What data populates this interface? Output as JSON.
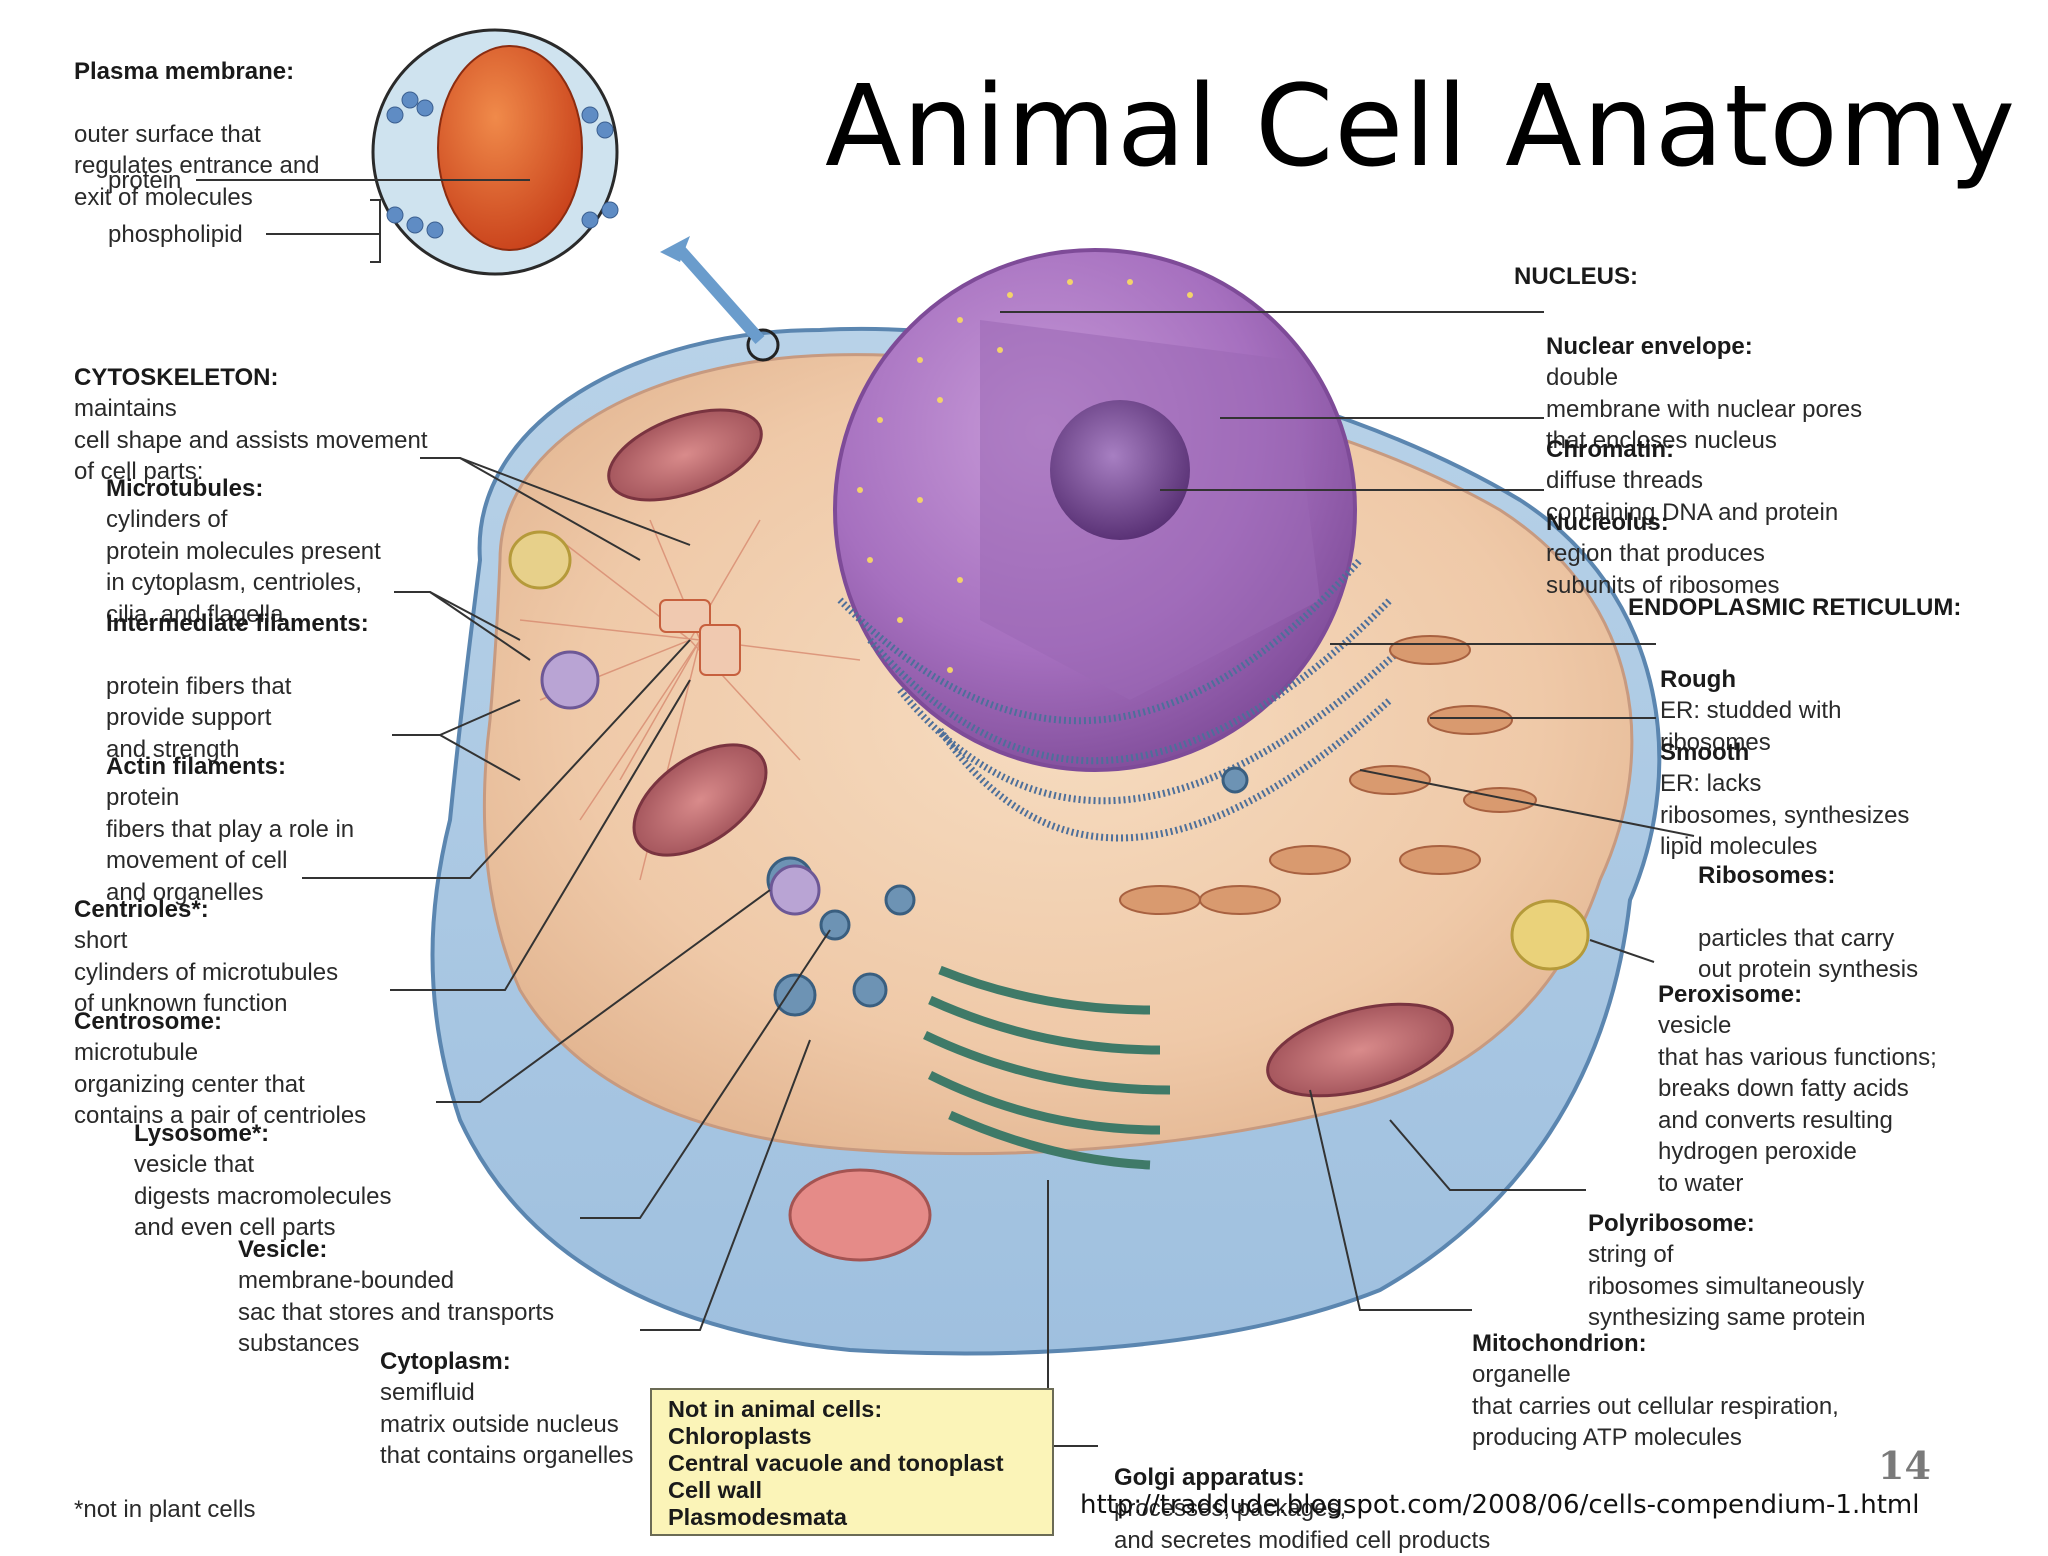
{
  "title": "Animal Cell Anatomy",
  "labels": {
    "plasma_membrane": {
      "head": "Plasma membrane:",
      "body": "outer surface that\nregulates entrance and\nexit of molecules"
    },
    "protein": "protein",
    "phospholipid": "phospholipid",
    "cytoskeleton": {
      "head": "CYTOSKELETON:",
      "body": "maintains\ncell shape and assists movement\nof cell parts:"
    },
    "microtubules": {
      "head": "Microtubules:",
      "body": "cylinders of\nprotein molecules present\nin cytoplasm, centrioles,\ncilia, and flagella"
    },
    "intermediate_filaments": {
      "head": "Intermediate filaments:",
      "body": "protein fibers that\nprovide support\nand strength"
    },
    "actin_filaments": {
      "head": "Actin filaments:",
      "body": "protein\nfibers that play a role in\nmovement of cell\nand organelles"
    },
    "centrioles": {
      "head": "Centrioles*:",
      "body": "short\ncylinders of microtubules\nof unknown function"
    },
    "centrosome": {
      "head": "Centrosome:",
      "body": "microtubule\norganizing center that\ncontains a pair of centrioles"
    },
    "lysosome": {
      "head": "Lysosome*:",
      "body": "vesicle that\ndigests macromolecules\nand even cell parts"
    },
    "vesicle": {
      "head": "Vesicle:",
      "body": "membrane-bounded\nsac that stores and transports\nsubstances"
    },
    "cytoplasm": {
      "head": "Cytoplasm:",
      "body": "semifluid\nmatrix outside nucleus\nthat contains organelles"
    },
    "nucleus_header": "NUCLEUS:",
    "nuclear_envelope": {
      "head": "Nuclear envelope:",
      "body": "double\nmembrane with nuclear pores\nthat encloses nucleus"
    },
    "chromatin": {
      "head": "Chromatin:",
      "body": "diffuse threads\ncontaining DNA and protein"
    },
    "nucleolus": {
      "head": "Nucleolus:",
      "body": "region that produces\nsubunits of ribosomes"
    },
    "er_header": "ENDOPLASMIC RETICULUM:",
    "rough_er": {
      "head": "Rough",
      "body": "ER: studded with\nribosomes"
    },
    "smooth_er": {
      "head": "Smooth",
      "body": "ER: lacks\nribosomes, synthesizes\nlipid molecules"
    },
    "ribosomes": {
      "head": "Ribosomes:",
      "body": "particles that carry\nout protein synthesis"
    },
    "peroxisome": {
      "head": "Peroxisome:",
      "body": "vesicle\nthat has various functions;\nbreaks down fatty acids\nand converts resulting\nhydrogen peroxide\nto water"
    },
    "polyribosome": {
      "head": "Polyribosome:",
      "body": "string of\nribosomes simultaneously\nsynthesizing same protein"
    },
    "mitochondrion": {
      "head": "Mitochondrion:",
      "body": "organelle\nthat carries out cellular respiration,\nproducing ATP molecules"
    },
    "golgi": {
      "head": "Golgi apparatus:",
      "body": "processes, packages,\nand secretes modified cell products"
    }
  },
  "note_box": {
    "heading": "Not in animal cells:",
    "items": [
      "Chloroplasts",
      "Central vacuole and tonoplast",
      "Cell wall",
      "Plasmodesmata"
    ]
  },
  "footnote": "*not in plant cells",
  "page_number": "14",
  "source_url": "http://traddude.blogspot.com/2008/06/cells-compendium-1.html"
}
